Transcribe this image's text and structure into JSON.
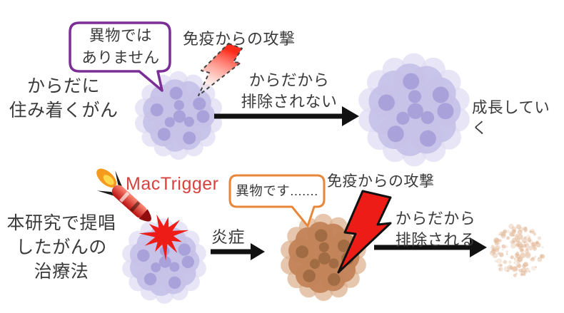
{
  "colors": {
    "text": "#3a3a3a",
    "red": "#ee1c16",
    "mactrigger_red": "#d9413f",
    "arrow_black": "#111111",
    "bubble_purple_border": "#7b2f96",
    "bubble_orange_border": "#e8873a",
    "cell_purple_light": "#dfdcf2",
    "cell_purple_mid": "#c7c2e8",
    "cell_purple_dark": "#a199d4",
    "cell_brown_light": "#dcb28d",
    "cell_brown_mid": "#c4845a",
    "cell_brown_dark": "#99663d",
    "residual_tan": "#e2b796",
    "flame_orange": "#f59a1e",
    "flame_yellow": "#ffd84d"
  },
  "top_row": {
    "side_label": "からだに\n住み着くがん",
    "bubble_text": "異物では\nありません",
    "immune_attack_label": "免疫からの攻撃",
    "arrow_label": "からだから\n排除されない",
    "outcome_label": "成長していく"
  },
  "bottom_row": {
    "side_label": "本研究で提唱\nしたがんの\n治療法",
    "mactrigger_label": "MacTrigger",
    "inflammation_label": "炎症",
    "bubble_text": "異物です.......",
    "immune_attack_label": "免疫からの攻撃",
    "arrow_label": "からだから\n排除される"
  }
}
